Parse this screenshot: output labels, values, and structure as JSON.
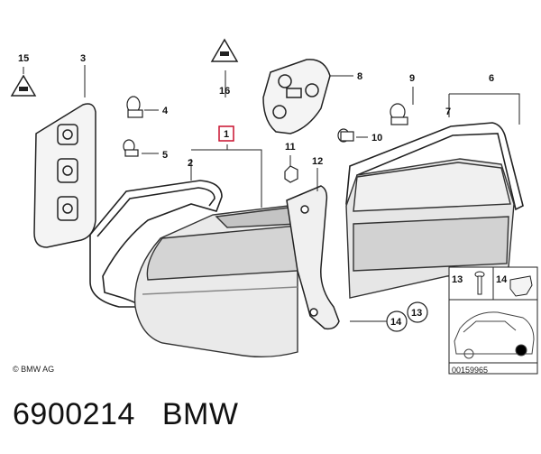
{
  "callouts": {
    "c1": "1",
    "c2": "2",
    "c3": "3",
    "c4": "4",
    "c5": "5",
    "c6": "6",
    "c7": "7",
    "c8": "8",
    "c9": "9",
    "c10": "10",
    "c11": "11",
    "c12": "12",
    "c13": "13",
    "c14": "14",
    "c15": "15",
    "c16": "16",
    "c13b": "13",
    "c14b": "14"
  },
  "copyright": "© BMW AG",
  "diagram_number": "00159965",
  "footer": {
    "part_number": "6900214",
    "brand": "BMW"
  },
  "colors": {
    "highlight": "#c8102e",
    "line": "#222222"
  }
}
